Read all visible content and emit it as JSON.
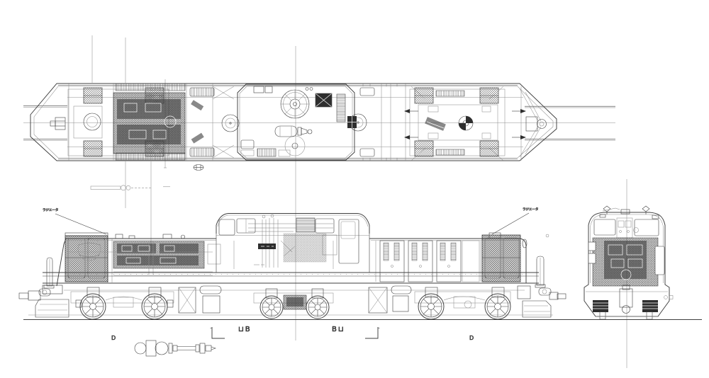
{
  "drawing": {
    "title": "diesel-locomotive-three-view-drawing",
    "colors": {
      "line": "#3f3f3f",
      "light": "#8f8f8f",
      "dark": "#2e2e2e",
      "bg": "#ffffff"
    },
    "annotations": {
      "left_label": "ラジエータ",
      "right_label": "ラジエータ"
    },
    "section_marks": {
      "ub": "⊔B",
      "bu": "B⊔",
      "d_left": "D",
      "d_right": "D"
    }
  }
}
